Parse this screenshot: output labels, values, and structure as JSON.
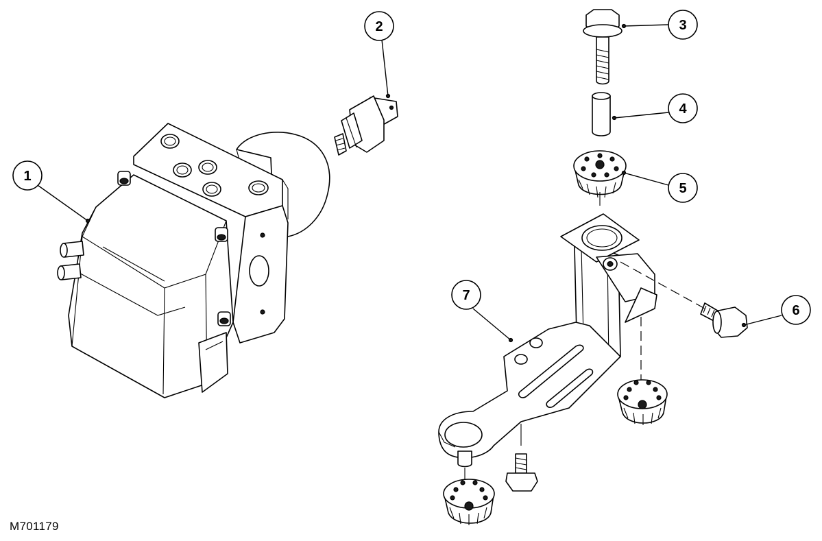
{
  "figure_id": "M701179",
  "callouts": [
    {
      "id": "callout-1",
      "label": "1"
    },
    {
      "id": "callout-2",
      "label": "2"
    },
    {
      "id": "callout-3",
      "label": "3"
    },
    {
      "id": "callout-4",
      "label": "4"
    },
    {
      "id": "callout-5",
      "label": "5"
    },
    {
      "id": "callout-6",
      "label": "6"
    },
    {
      "id": "callout-7",
      "label": "7"
    }
  ]
}
